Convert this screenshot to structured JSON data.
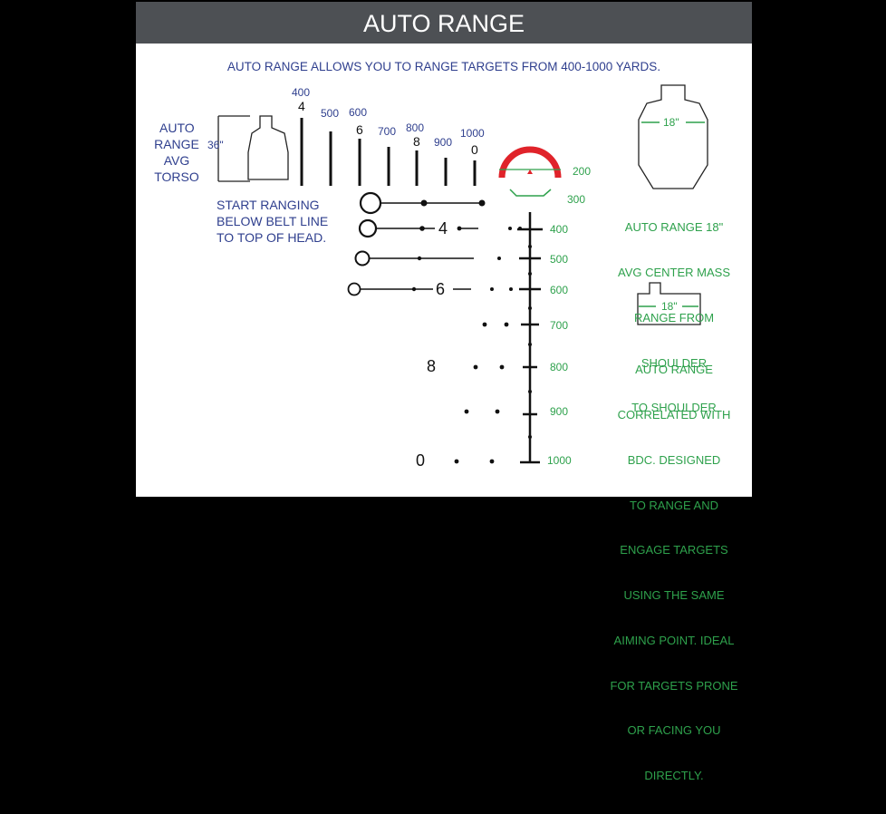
{
  "title": "AUTO RANGE",
  "subtitle": "AUTO RANGE ALLOWS YOU TO RANGE TARGETS FROM 400-1000 YARDS.",
  "torso_label": [
    "AUTO",
    "RANGE",
    "AVG",
    "TORSO"
  ],
  "torso_height": "36\"",
  "stadia_ranges": [
    "400",
    "500",
    "600",
    "700",
    "800",
    "900",
    "1000"
  ],
  "stadia_numbers": [
    "4",
    "6",
    "8",
    "0"
  ],
  "start_ranging": [
    "START RANGING",
    "BELOW BELT LINE",
    "TO TOP OF HEAD."
  ],
  "reticle_marks": [
    "4",
    "6",
    "8",
    "0"
  ],
  "bdc_ranges": [
    "200",
    "300",
    "400",
    "500",
    "600",
    "700",
    "800",
    "900",
    "1000"
  ],
  "center_mass_width": "18\"",
  "center_mass_text": [
    "AUTO RANGE 18\"",
    "AVG CENTER MASS",
    "RANGE FROM",
    "SHOULDER",
    "TO SHOULDER"
  ],
  "shoulder_width": "18\"",
  "bdc_text": [
    "AUTO RANGE",
    "CORRELATED WITH",
    "BDC. DESIGNED",
    "TO RANGE AND",
    "ENGAGE TARGETS",
    "USING THE SAME",
    "AIMING POINT. IDEAL",
    "FOR TARGETS PRONE",
    "OR FACING YOU",
    "DIRECTLY."
  ],
  "colors": {
    "title_bar": "#4d5054",
    "blue_text": "#2f3f8e",
    "green_text": "#2ea14c",
    "red_circle": "#e0232a",
    "background": "#000000"
  }
}
